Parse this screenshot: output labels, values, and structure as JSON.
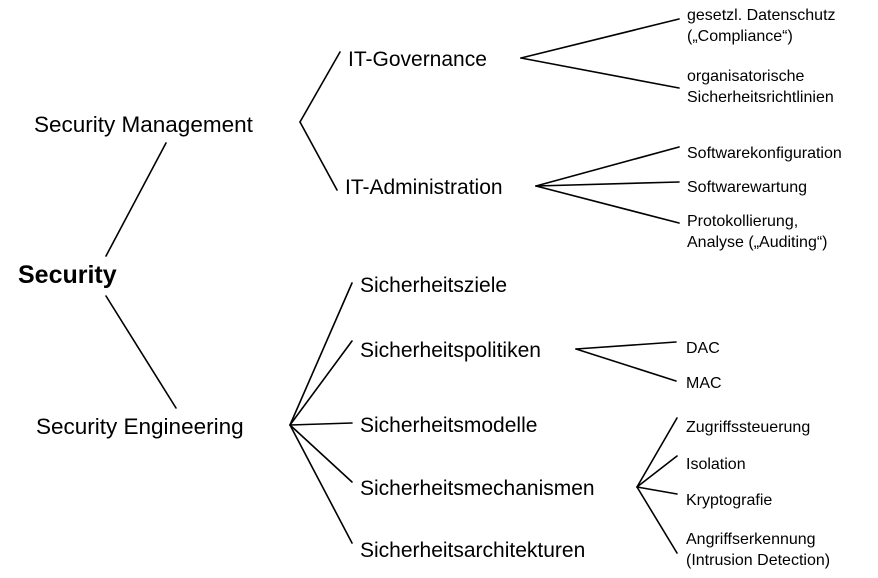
{
  "diagram": {
    "title": "Security",
    "type": "hierarchy-tree",
    "orientation": "left-to-right",
    "line_color": "#000000",
    "text_color": "#000000",
    "background_color": "#ffffff",
    "root": {
      "label": "Security"
    },
    "branches": [
      {
        "label": "Security Management",
        "children": [
          {
            "label": "IT-Governance",
            "children": [
              {
                "lines": [
                  "gesetzl. Datenschutz",
                  "(„Compliance“)"
                ]
              },
              {
                "lines": [
                  "organisatorische",
                  "Sicherheitsrichtlinien"
                ]
              }
            ]
          },
          {
            "label": "IT-Administration",
            "children": [
              {
                "lines": [
                  "Softwarekonfiguration"
                ]
              },
              {
                "lines": [
                  "Softwarewartung"
                ]
              },
              {
                "lines": [
                  "Protokollierung,",
                  "Analyse („Auditing“)"
                ]
              }
            ]
          }
        ]
      },
      {
        "label": "Security Engineering",
        "children": [
          {
            "label": "Sicherheitsziele",
            "children": []
          },
          {
            "label": "Sicherheitspolitiken",
            "children": [
              {
                "lines": [
                  "DAC"
                ]
              },
              {
                "lines": [
                  "MAC"
                ]
              }
            ]
          },
          {
            "label": "Sicherheitsmodelle",
            "children": []
          },
          {
            "label": "Sicherheitsmechanismen",
            "children": [
              {
                "lines": [
                  "Zugriffssteuerung"
                ]
              },
              {
                "lines": [
                  "Isolation"
                ]
              },
              {
                "lines": [
                  "Kryptografie"
                ]
              },
              {
                "lines": [
                  "Angriffserkennung",
                  "(Intrusion Detection)"
                ]
              }
            ]
          },
          {
            "label": "Sicherheitsarchitekturen",
            "children": []
          }
        ]
      }
    ]
  },
  "labels": {
    "root": "Security",
    "security_management": "Security Management",
    "security_engineering": "Security Engineering",
    "it_governance": "IT-Governance",
    "it_administration": "IT-Administration",
    "gesetzl_datenschutz_l1": "gesetzl. Datenschutz",
    "gesetzl_datenschutz_l2": "(„Compliance“)",
    "organisatorische_l1": "organisatorische",
    "organisatorische_l2": "Sicherheitsrichtlinien",
    "softwarekonfiguration": "Softwarekonfiguration",
    "softwarewartung": "Softwarewartung",
    "protokollierung_l1": "Protokollierung,",
    "protokollierung_l2": "Analyse („Auditing“)",
    "sicherheitsziele": "Sicherheitsziele",
    "sicherheitspolitiken": "Sicherheitspolitiken",
    "sicherheitsmodelle": "Sicherheitsmodelle",
    "sicherheitsmechanismen": "Sicherheitsmechanismen",
    "sicherheitsarchitekturen": "Sicherheitsarchitekturen",
    "dac": "DAC",
    "mac": "MAC",
    "zugriffssteuerung": "Zugriffssteuerung",
    "isolation": "Isolation",
    "kryptografie": "Kryptografie",
    "angriffserkennung_l1": "Angriffserkennung",
    "angriffserkennung_l2": "(Intrusion Detection)"
  }
}
